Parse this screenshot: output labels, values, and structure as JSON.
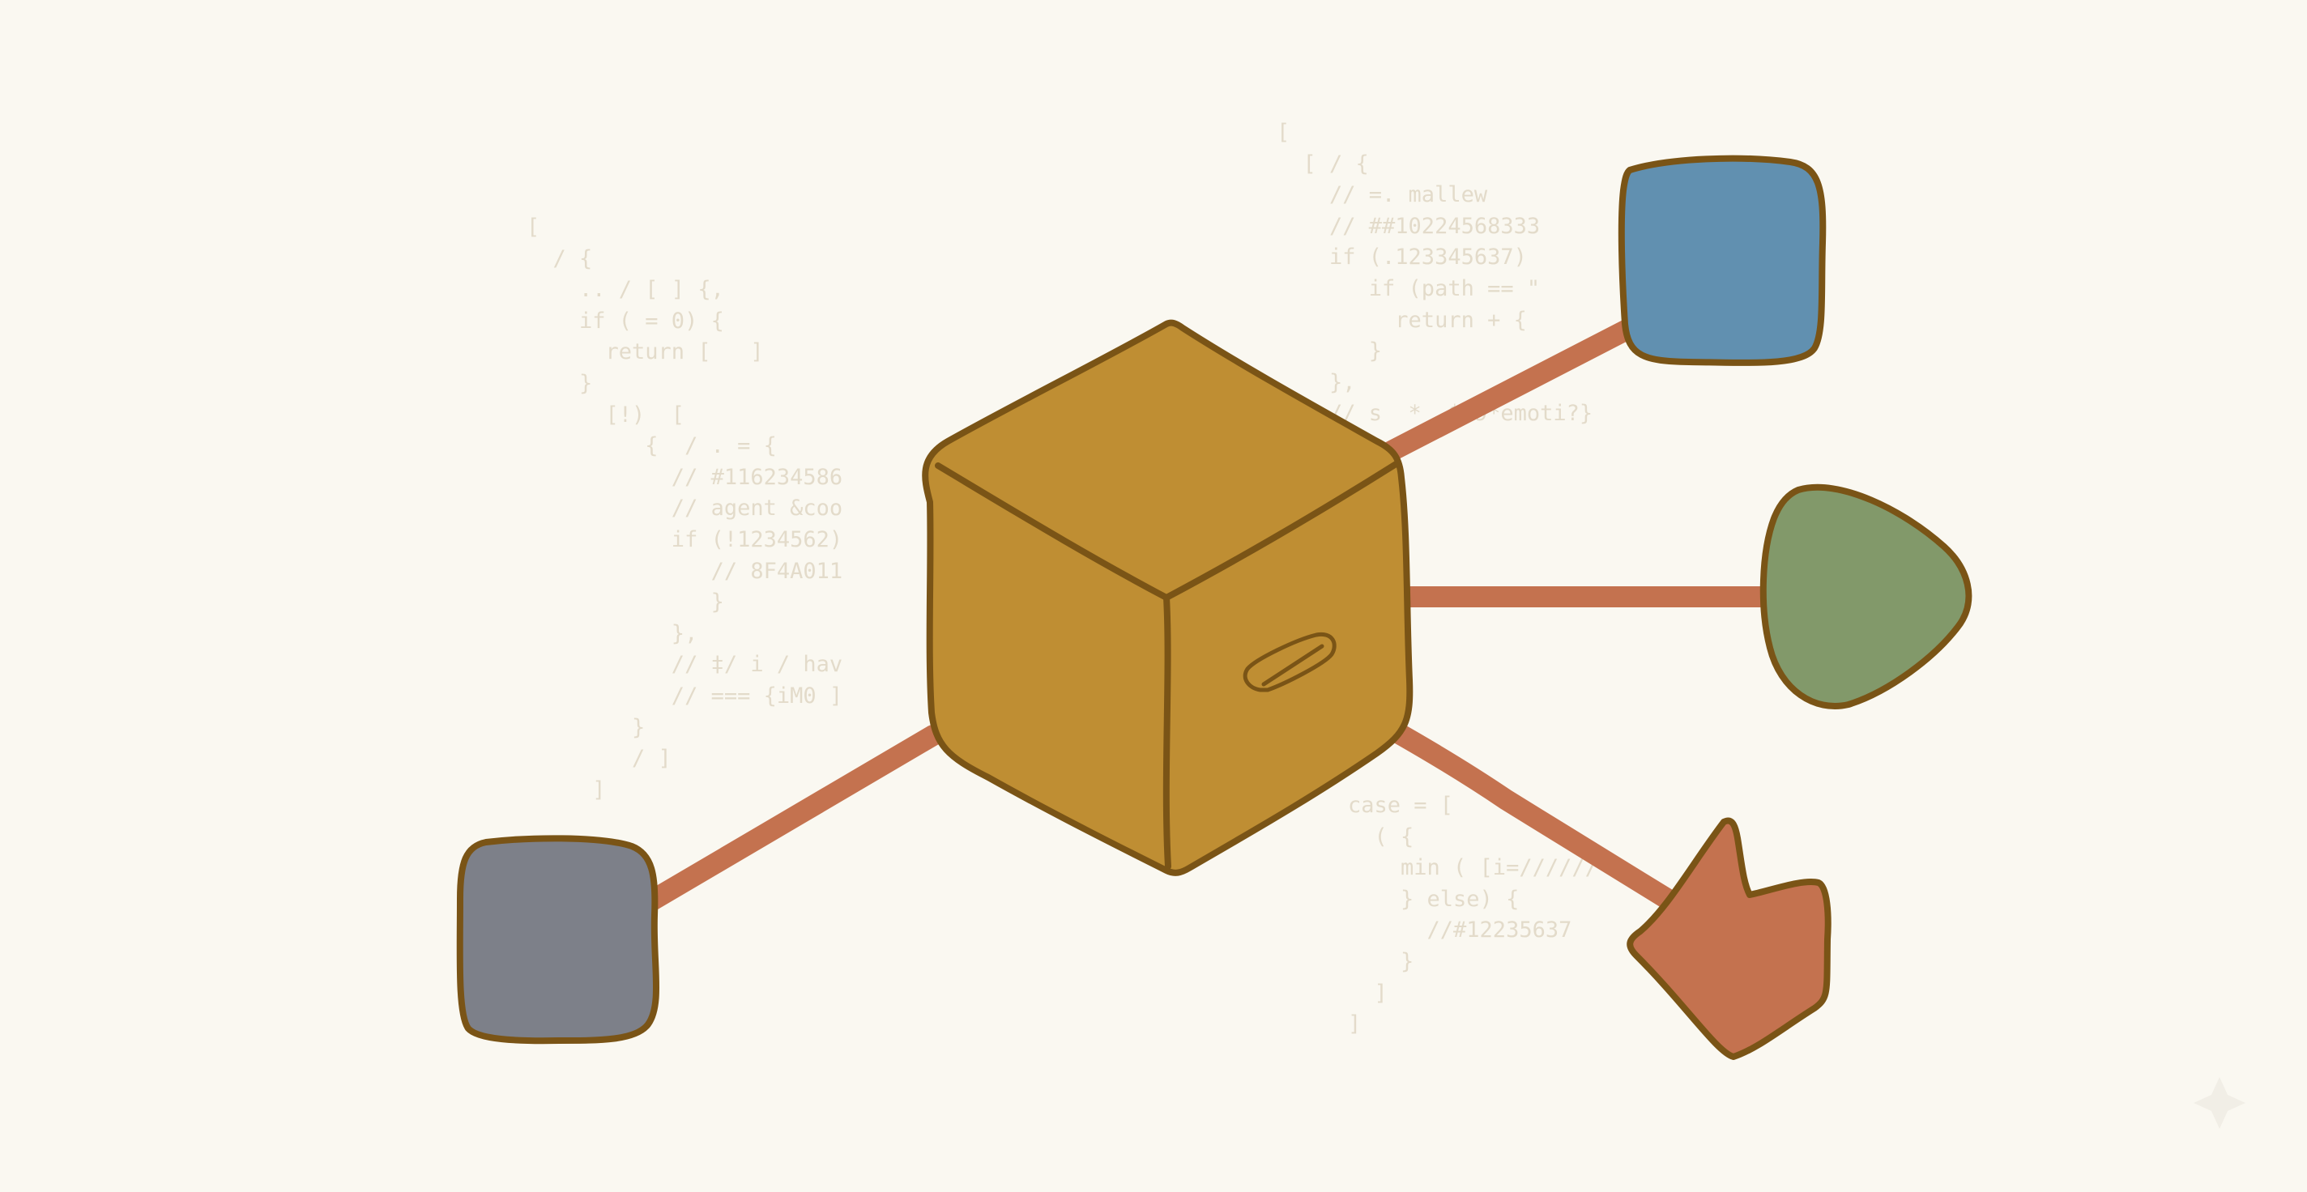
{
  "colors": {
    "background": "#faf8f1",
    "code_text": "#e3dbca",
    "outline": "#7a5416",
    "connector": "#c4724f",
    "hub": "#bf8e33",
    "node_blue": "#6190b0",
    "node_green": "#82996a",
    "node_gray": "#7d8089",
    "node_orange": "#c4724f"
  },
  "diagram": {
    "hub": {
      "shape": "cube",
      "icon": "link-icon"
    },
    "nodes": [
      {
        "id": "blue",
        "shape": "rounded-square",
        "color": "node_blue"
      },
      {
        "id": "green",
        "shape": "blob",
        "color": "node_green"
      },
      {
        "id": "orange",
        "shape": "arrowhead",
        "color": "node_orange"
      },
      {
        "id": "gray",
        "shape": "rounded-square",
        "color": "node_gray"
      }
    ]
  },
  "code_left": [
    "[",
    "  / {",
    "    .. / [ ] {,",
    "    if ( = 0) {",
    "      return [   ]",
    "    }",
    "      [!)  [",
    "         {  / . = {",
    "           // #116234586",
    "           // agent &coo",
    "           if (!1234562)",
    "              // 8F4A011",
    "              }",
    "           },",
    "           // ‡/ i / hav",
    "           // === {iM0 ]",
    "        }",
    "        / ]",
    "     ]"
  ],
  "code_right_top": [
    "[",
    "  [ / {",
    "    // =. mallew",
    "    // ##10224568333",
    "    if (.123345637)",
    "       if (path == \"",
    "         return + {",
    "       }",
    "    },",
    "    // s  *  $,9*emoti?}"
  ],
  "code_right_bottom": [
    "case = [",
    "  ( {",
    "    min ( [i=//////",
    "    } else) {",
    "      //#12235637",
    "    }",
    "  ]",
    "]"
  ]
}
